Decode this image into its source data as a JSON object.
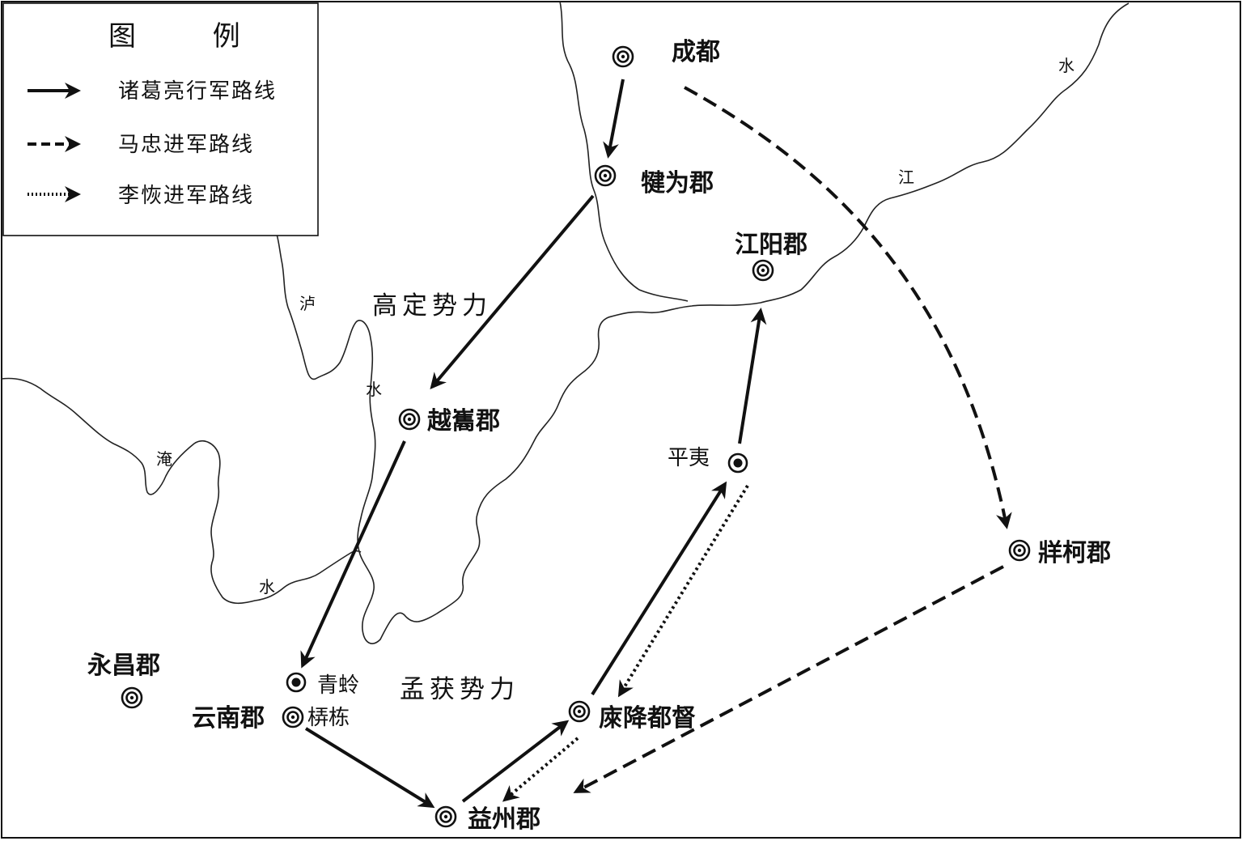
{
  "legend": {
    "title": "图 例",
    "items": [
      {
        "label": "诸葛亮行军路线",
        "style": "solid"
      },
      {
        "label": "马忠进军路线",
        "style": "dashed"
      },
      {
        "label": "李恢进军路线",
        "style": "dotted"
      }
    ]
  },
  "places": {
    "chengdu": "成都",
    "jianwei": "犍为郡",
    "jiangyang": "江阳郡",
    "yuexi": "越巂郡",
    "pingyi": "平夷",
    "zangke": "牂柯郡",
    "yongchang": "永昌郡",
    "qingling": "青蛉",
    "yunnan": "云南郡",
    "qiaodong": "梇栋",
    "laixiang": "庲降都督",
    "yizhou": "益州郡"
  },
  "forces": {
    "gaoding": "高定势力",
    "menghuo": "孟获势力"
  },
  "rivers": {
    "lu": "泸",
    "lu_shui": "水",
    "yan": "淹",
    "yan_shui": "水",
    "jiang": "江",
    "jiang_shui": "水"
  },
  "colors": {
    "ink": "#111111",
    "background": "#ffffff"
  }
}
